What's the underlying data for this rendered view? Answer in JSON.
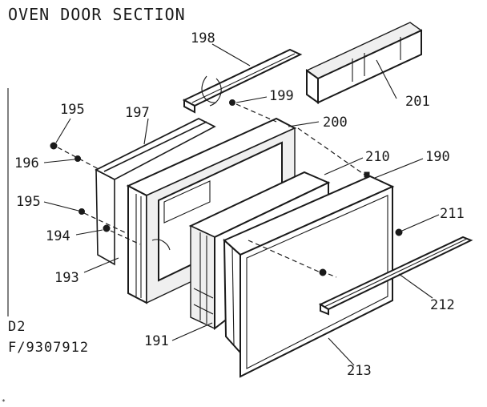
{
  "title": "OVEN DOOR SECTION",
  "drawing_code": [
    "D2",
    "F/9307912"
  ],
  "parts": [
    {
      "id": "p195a",
      "number": "195"
    },
    {
      "id": "p196",
      "number": "196"
    },
    {
      "id": "p195b",
      "number": "195"
    },
    {
      "id": "p194",
      "number": "194"
    },
    {
      "id": "p193",
      "number": "193"
    },
    {
      "id": "p197",
      "number": "197"
    },
    {
      "id": "p198",
      "number": "198"
    },
    {
      "id": "p199",
      "number": "199"
    },
    {
      "id": "p200",
      "number": "200"
    },
    {
      "id": "p201",
      "number": "201"
    },
    {
      "id": "p210",
      "number": "210"
    },
    {
      "id": "p190",
      "number": "190"
    },
    {
      "id": "p211",
      "number": "211"
    },
    {
      "id": "p212",
      "number": "212"
    },
    {
      "id": "p191",
      "number": "191"
    },
    {
      "id": "p213",
      "number": "213"
    }
  ]
}
